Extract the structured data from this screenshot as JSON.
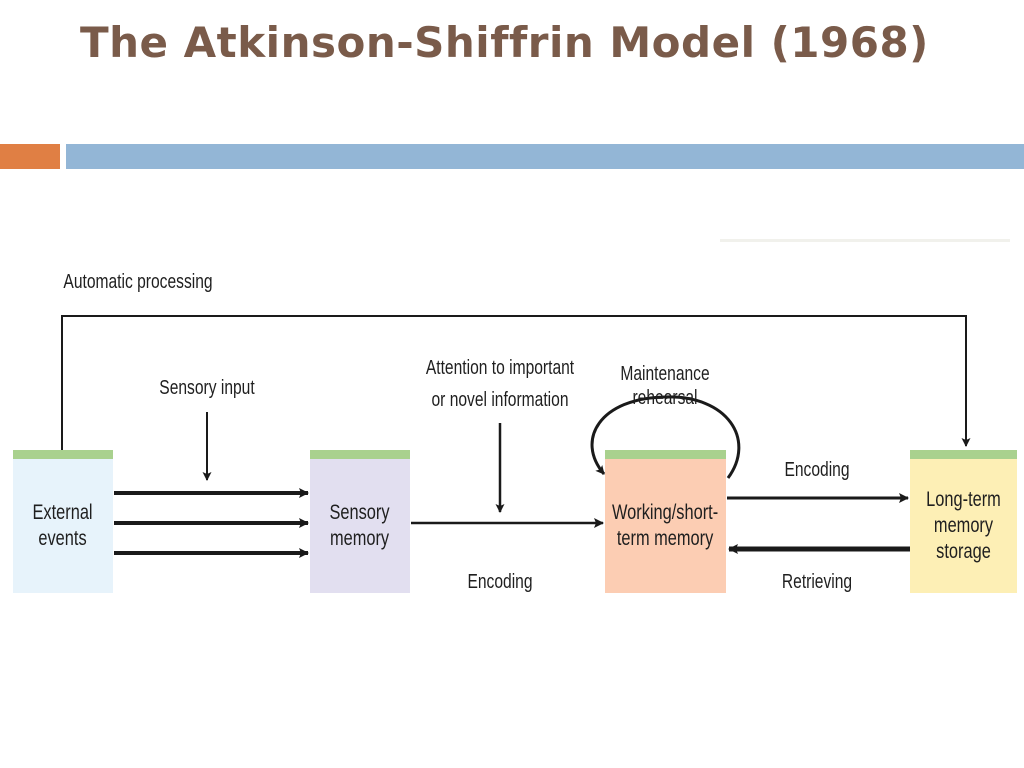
{
  "title": "The Atkinson-Shiffrin Model (1968)",
  "boxes": {
    "external": {
      "label": "External\nevents",
      "fill": "#e7f3fb"
    },
    "sensory": {
      "label": "Sensory\nmemory",
      "fill": "#e2dff0"
    },
    "working": {
      "label": "Working/short-\nterm memory",
      "fill": "#fccdb3"
    },
    "longterm": {
      "label": "Long-term\nmemory storage",
      "fill": "#fdefb5"
    }
  },
  "labels": {
    "automatic": "Automatic processing",
    "sensory_input": "Sensory input",
    "attention": "Attention to important\nor novel information",
    "maintenance": "Maintenance rehearsal",
    "encoding_bottom": "Encoding",
    "encoding_top": "Encoding",
    "retrieving": "Retrieving"
  },
  "colors": {
    "accent_orange": "#e07f44",
    "accent_blue": "#93b6d6",
    "box_top": "#a9d18e",
    "title": "#7a5b4a"
  }
}
